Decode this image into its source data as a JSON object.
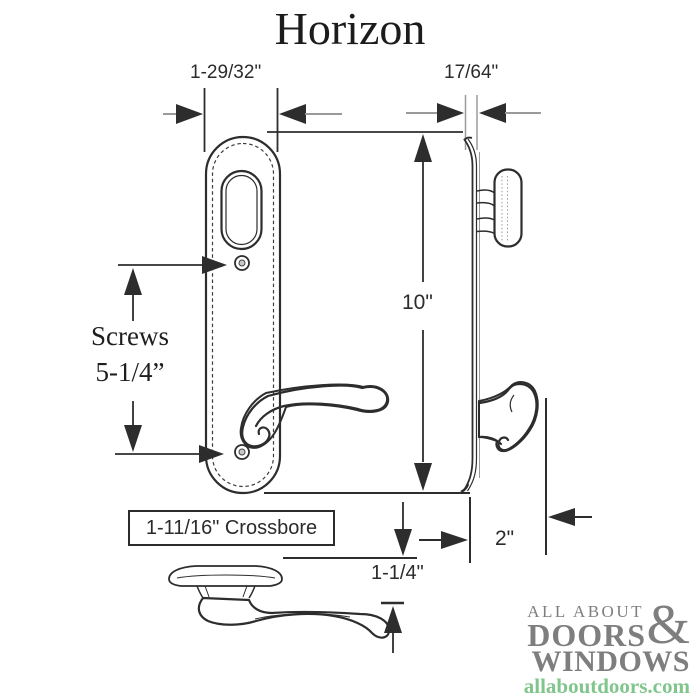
{
  "title": "Horizon",
  "colors": {
    "lineDark": "#2d2d2d",
    "lineGray": "#9a9a9a",
    "logoGray": "#7e7e7e",
    "logoGreen": "#80c58c",
    "screwFill": "#c9c9c9"
  },
  "dims": {
    "plate_width": "1-29/32\"",
    "thickness": "17/64\"",
    "height": "10\"",
    "screws_label": "Screws",
    "screws_value": "5-1/4”",
    "crossbore": "1-11/16\" Crossbore",
    "projection": "2\"",
    "lever_rise": "1-1/4\""
  },
  "logo": {
    "top": "ALL ABOUT",
    "amp": "&",
    "mid": "DOORS",
    "bottom": "WINDOWS",
    "site": "allaboutdoors.com"
  }
}
